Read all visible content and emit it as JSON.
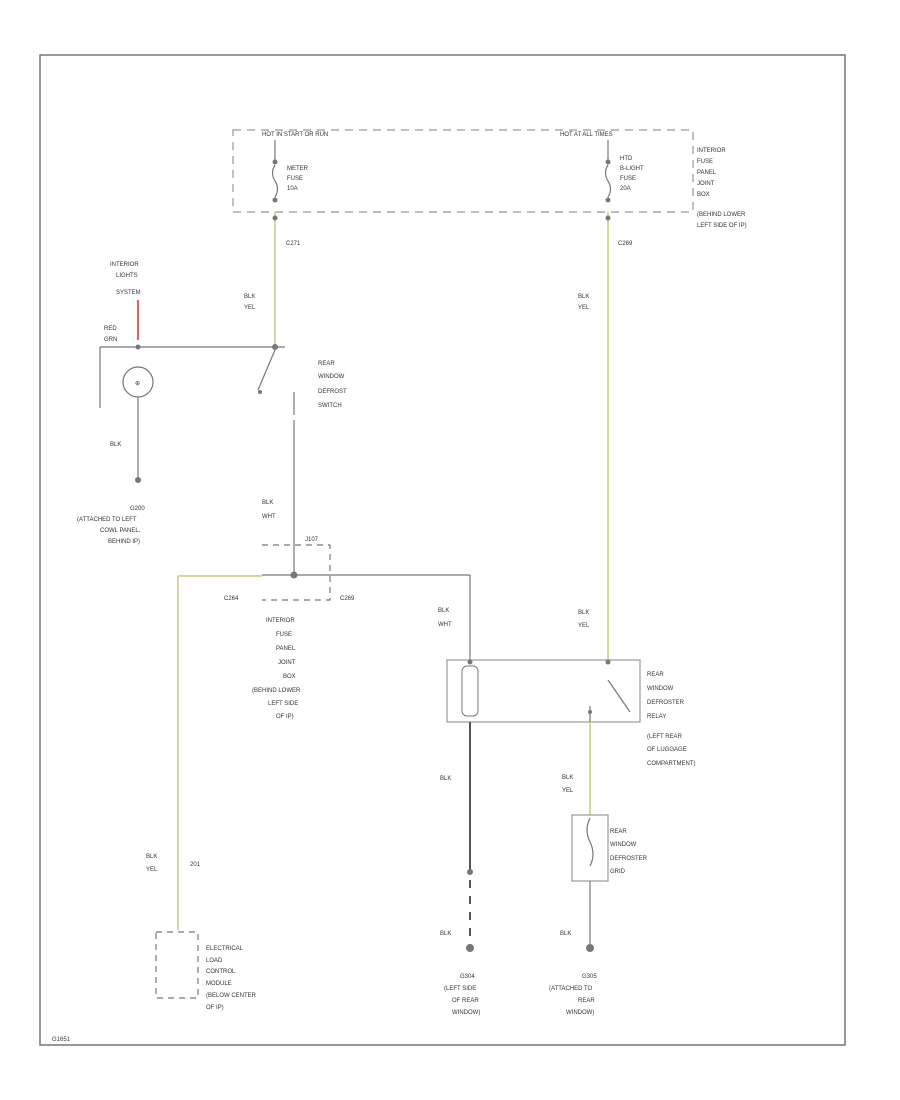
{
  "colors": {
    "frame": "#777777",
    "wire_yellow": "#d6d6a0",
    "wire_red": "#e06060",
    "wire_gray": "#7a7a7a"
  },
  "fuse_box": {
    "hot_left": "HOT IN START OR RUN",
    "hot_right": "HOT AT ALL TIMES",
    "fuse_left": [
      "METER",
      "FUSE",
      "10A"
    ],
    "fuse_right": [
      "HTD",
      "B-LIGHT",
      "FUSE",
      "20A"
    ],
    "box_label": [
      "INTERIOR",
      "FUSE",
      "PANEL",
      "JOINT",
      "BOX",
      "(BEHIND LOWER",
      "LEFT SIDE OF IP)"
    ]
  },
  "connectors": {
    "c271": "C271",
    "c269_top": "C269",
    "c264": "C264",
    "c269_mid": "C269",
    "j107": "J107",
    "pin_201": "201"
  },
  "wire_labels": {
    "blk_yel_1": [
      "BLK",
      "YEL"
    ],
    "blk_yel_2": [
      "BLK",
      "YEL"
    ],
    "red_grn": [
      "RED",
      "GRN"
    ],
    "blk_1": "BLK",
    "blk_wht_1": [
      "BLK",
      "WHT"
    ],
    "blk_wht_2": [
      "BLK",
      "WHT"
    ],
    "blk_yel_3": [
      "BLK",
      "YEL"
    ],
    "blk_2": "BLK",
    "blk_yel_4": [
      "BLK",
      "YEL"
    ],
    "blk_yel_5": [
      "BLK",
      "YEL"
    ],
    "blk_3": "BLK",
    "blk_4": "BLK"
  },
  "components": {
    "interior_lights_system": [
      "INTERIOR",
      "LIGHTS",
      "SYSTEM"
    ],
    "rear_window_defrost_switch": [
      "REAR",
      "WINDOW",
      "DEFROST",
      "SWITCH"
    ],
    "g200": [
      "G200",
      "(ATTACHED TO LEFT",
      "COWL PANEL,",
      "BEHIND IP)"
    ],
    "interior_fuse_panel_mid": [
      "INTERIOR",
      "FUSE",
      "PANEL",
      "JOINT",
      "BOX",
      "(BEHIND LOWER",
      "LEFT SIDE",
      "OF IP)"
    ],
    "relay": [
      "REAR",
      "WINDOW",
      "DEFROSTER",
      "RELAY",
      "(LEFT REAR",
      "OF LUGGAGE",
      "COMPARTMENT)"
    ],
    "grid": [
      "REAR",
      "WINDOW",
      "DEFROSTER",
      "GRID"
    ],
    "elcm": [
      "ELECTRICAL",
      "LOAD",
      "CONTROL",
      "MODULE",
      "(BELOW CENTER",
      "OF IP)"
    ],
    "g304": [
      "G304",
      "(LEFT SIDE",
      "OF REAR",
      "WINDOW)"
    ],
    "g305": [
      "G305",
      "(ATTACHED TO",
      "REAR",
      "WINDOW)"
    ]
  },
  "figure_id": "G1651"
}
